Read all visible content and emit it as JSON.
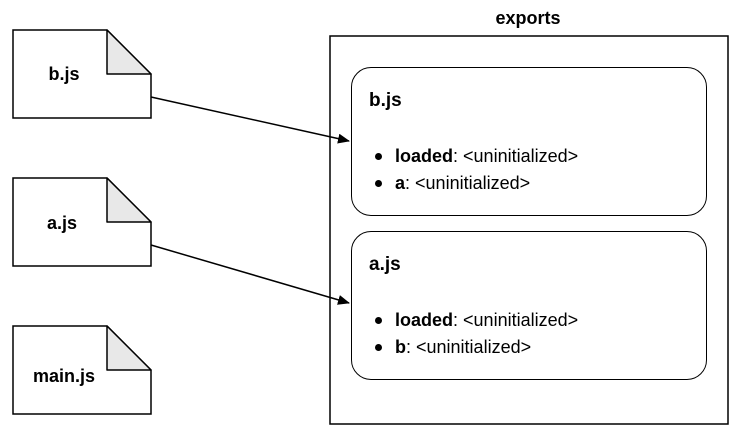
{
  "exports_title": "exports",
  "files": [
    {
      "id": "b",
      "label": "b.js"
    },
    {
      "id": "a",
      "label": "a.js"
    },
    {
      "id": "main",
      "label": "main.js"
    }
  ],
  "modules": [
    {
      "title": "b.js",
      "entries": [
        {
          "name": "loaded",
          "sep": ": ",
          "value": "<uninitialized>"
        },
        {
          "name": "a",
          "sep": ": ",
          "value": "<uninitialized>"
        }
      ]
    },
    {
      "title": "a.js",
      "entries": [
        {
          "name": "loaded",
          "sep": ": ",
          "value": "<uninitialized>"
        },
        {
          "name": "b",
          "sep": ": ",
          "value": "<uninitialized>"
        }
      ]
    }
  ],
  "arrows": [
    {
      "from": "b.js",
      "to": "b.js exports"
    },
    {
      "from": "a.js",
      "to": "a.js exports"
    }
  ]
}
